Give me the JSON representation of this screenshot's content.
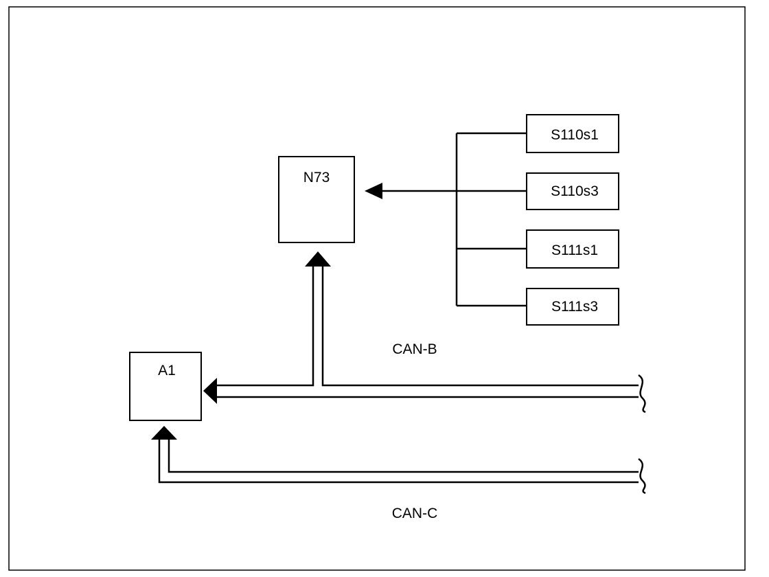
{
  "diagram": {
    "modules": {
      "n73": "N73",
      "a1": "A1"
    },
    "switches": [
      "S110s1",
      "S110s3",
      "S111s1",
      "S111s3"
    ],
    "buses": {
      "can_b": "CAN-B",
      "can_c": "CAN-C"
    }
  }
}
